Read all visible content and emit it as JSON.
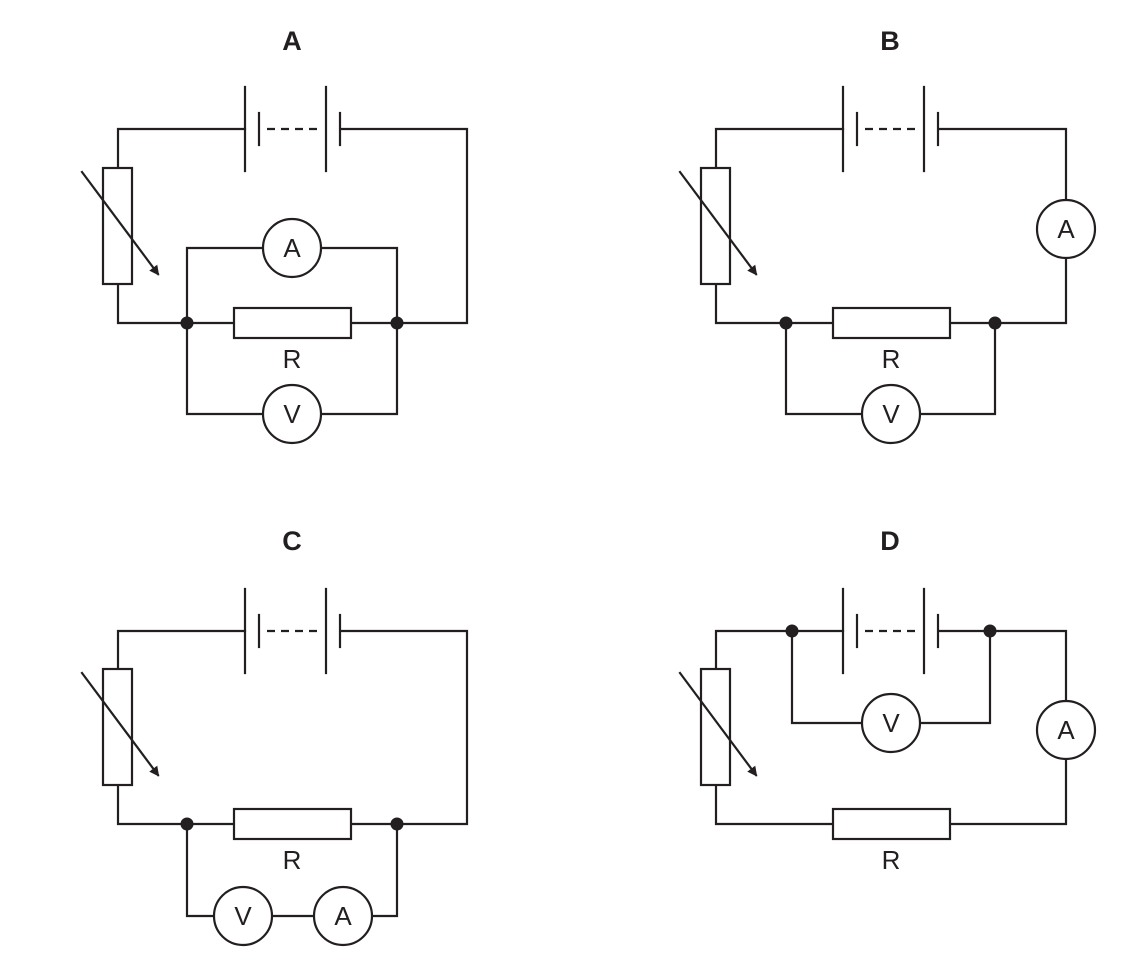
{
  "figure": {
    "circuits": [
      {
        "title": "A",
        "resistor_label": "R",
        "ammeter_symbol": "A",
        "voltmeter_symbol": "V"
      },
      {
        "title": "B",
        "resistor_label": "R",
        "ammeter_symbol": "A",
        "voltmeter_symbol": "V"
      },
      {
        "title": "C",
        "resistor_label": "R",
        "ammeter_symbol": "A",
        "voltmeter_symbol": "V"
      },
      {
        "title": "D",
        "resistor_label": "R",
        "ammeter_symbol": "A",
        "voltmeter_symbol": "V"
      }
    ],
    "colors": {
      "ink": "#231f20",
      "background": "#ffffff"
    }
  }
}
